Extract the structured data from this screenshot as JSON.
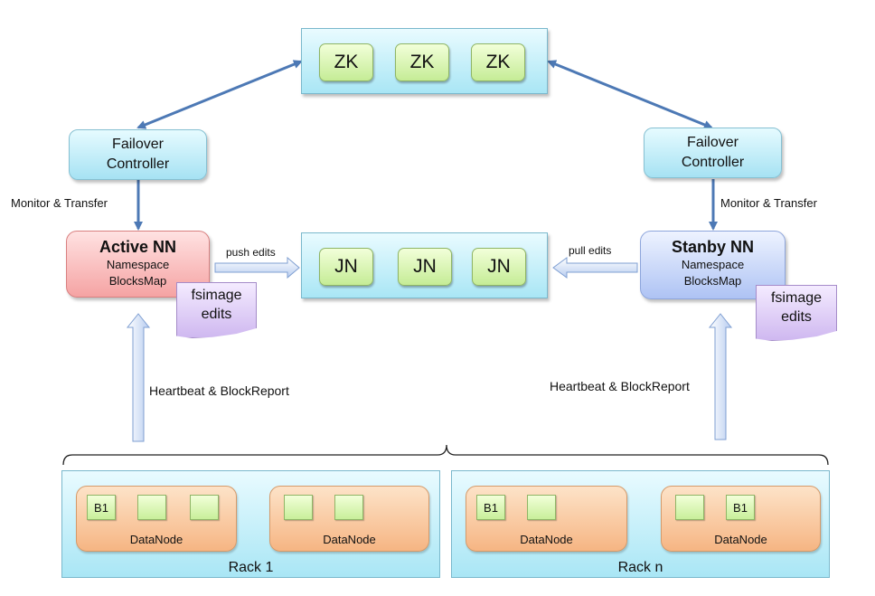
{
  "zk": {
    "nodes": [
      "ZK",
      "ZK",
      "ZK"
    ]
  },
  "jn": {
    "nodes": [
      "JN",
      "JN",
      "JN"
    ]
  },
  "failover_left": {
    "line1": "Failover",
    "line2": "Controller"
  },
  "failover_right": {
    "line1": "Failover",
    "line2": "Controller"
  },
  "active_nn": {
    "title": "Active NN",
    "line1": "Namespace",
    "line2": "BlocksMap"
  },
  "standby_nn": {
    "title": "Stanby NN",
    "line1": "Namespace",
    "line2": "BlocksMap"
  },
  "doc_left": {
    "line1": "fsimage",
    "line2": "edits"
  },
  "doc_right": {
    "line1": "fsimage",
    "line2": "edits"
  },
  "labels": {
    "monitor_left": "Monitor & Transfer",
    "monitor_right": "Monitor & Transfer",
    "push_edits": "push edits",
    "pull_edits": "pull edits",
    "heartbeat_left": "Heartbeat & BlockReport",
    "heartbeat_right": "Heartbeat & BlockReport"
  },
  "racks": [
    {
      "label": "Rack 1",
      "datanodes": [
        {
          "label": "DataNode",
          "blocks": [
            "B1",
            "",
            ""
          ]
        },
        {
          "label": "DataNode",
          "blocks": [
            "",
            ""
          ]
        }
      ]
    },
    {
      "label": "Rack n",
      "datanodes": [
        {
          "label": "DataNode",
          "blocks": [
            "B1",
            ""
          ]
        },
        {
          "label": "DataNode",
          "blocks": [
            "",
            "B1"
          ]
        }
      ]
    }
  ]
}
